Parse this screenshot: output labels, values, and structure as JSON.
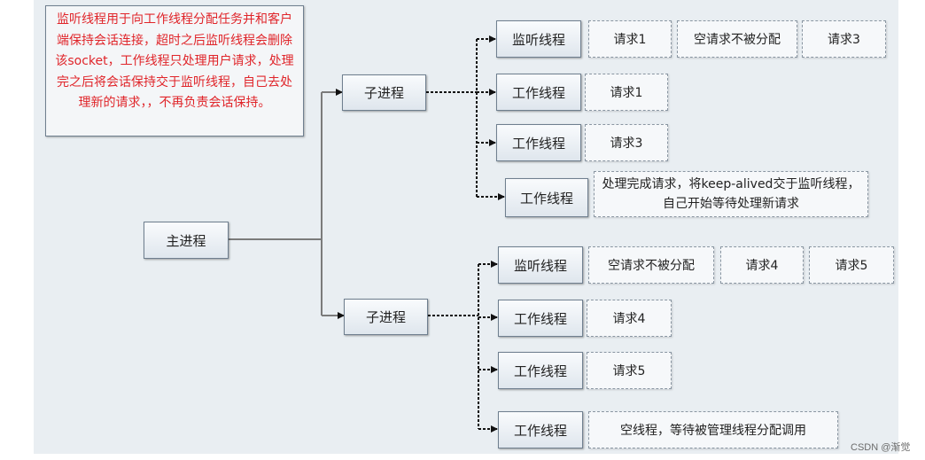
{
  "note": "监听线程用于向工作线程分配任务并和客户端保持会话连接，超时之后监听线程会删除该socket，工作线程只处理用户请求，处理完之后将会话保持交于监听线程，自己去处理新的请求，，不再负责会话保持。",
  "main_process": "主进程",
  "subprocess_1": {
    "label": "子进程",
    "rows": [
      {
        "thread": "监听线程",
        "items": [
          "请求1",
          "空请求不被分配",
          "请求3"
        ]
      },
      {
        "thread": "工作线程",
        "items": [
          "请求1"
        ]
      },
      {
        "thread": "工作线程",
        "items": [
          "请求3"
        ]
      },
      {
        "thread": "工作线程",
        "items": [
          "处理完成请求，将keep-alived交于监听线程，自己开始等待处理新请求"
        ]
      }
    ]
  },
  "subprocess_2": {
    "label": "子进程",
    "rows": [
      {
        "thread": "监听线程",
        "items": [
          "空请求不被分配",
          "请求4",
          "请求5"
        ]
      },
      {
        "thread": "工作线程",
        "items": [
          "请求4"
        ]
      },
      {
        "thread": "工作线程",
        "items": [
          "请求5"
        ]
      },
      {
        "thread": "工作线程",
        "items": [
          "空线程，等待被管理线程分配调用"
        ]
      }
    ]
  },
  "watermark": "CSDN @渐觉",
  "colors": {
    "note_text": "#e0252a",
    "background": "#e9eef2",
    "line": "#7b7b7b",
    "arrow": "#111111"
  }
}
